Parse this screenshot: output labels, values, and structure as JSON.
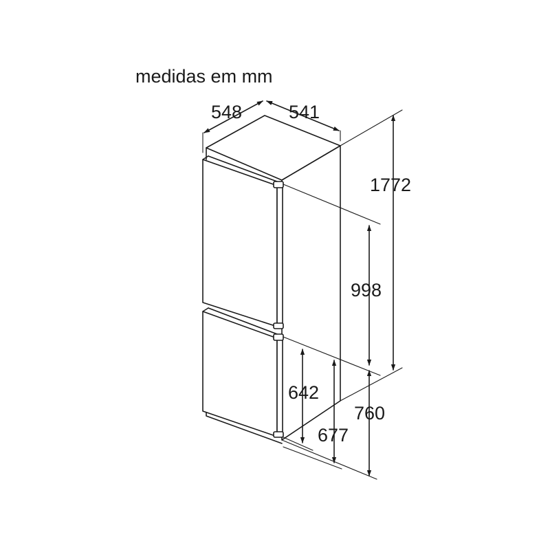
{
  "title": "medidas em mm",
  "dimensions": {
    "depth": "548",
    "width": "541",
    "height_total": "1772",
    "height_upper": "998",
    "height_lower_642": "642",
    "height_lower_677": "677",
    "height_lower_760": "760"
  }
}
